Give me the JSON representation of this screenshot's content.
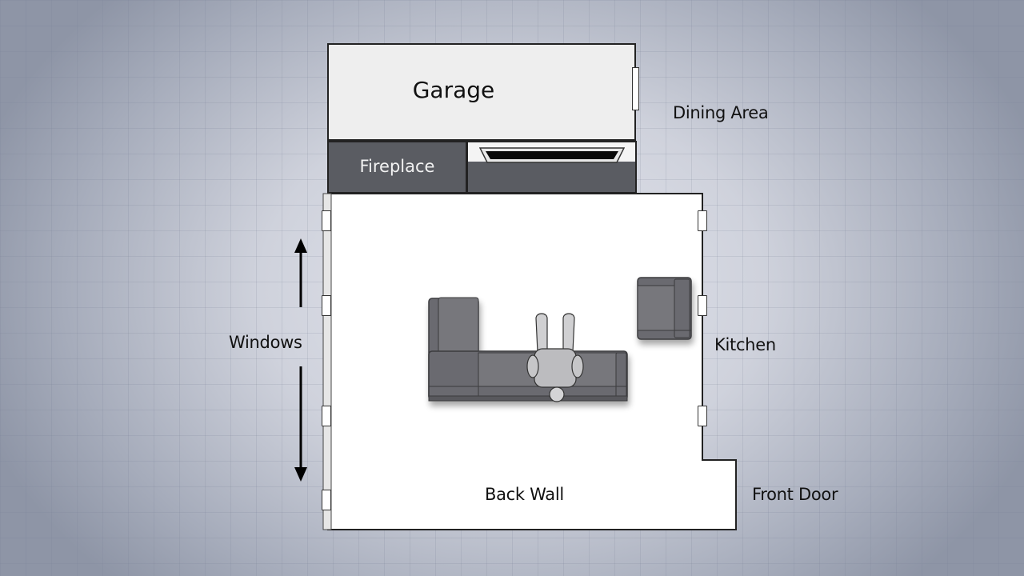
{
  "labels": {
    "garage": "Garage",
    "fireplace": "Fireplace",
    "dining_area": "Dining Area",
    "windows": "Windows",
    "kitchen": "Kitchen",
    "back_wall": "Back Wall",
    "front_door": "Front Door"
  },
  "colors": {
    "background": "#cfd2dc",
    "wall": "#222222",
    "room_floor": "#ffffff",
    "garage_fill": "#eeeeee",
    "fireplace_fill": "#5a5c62",
    "furniture": "#6b6b70"
  },
  "icons": {
    "sofa": "sectional-sofa-icon",
    "armchair": "armchair-icon",
    "person": "person-seated-icon",
    "tv": "tv-icon",
    "arrow": "double-arrow-icon"
  }
}
